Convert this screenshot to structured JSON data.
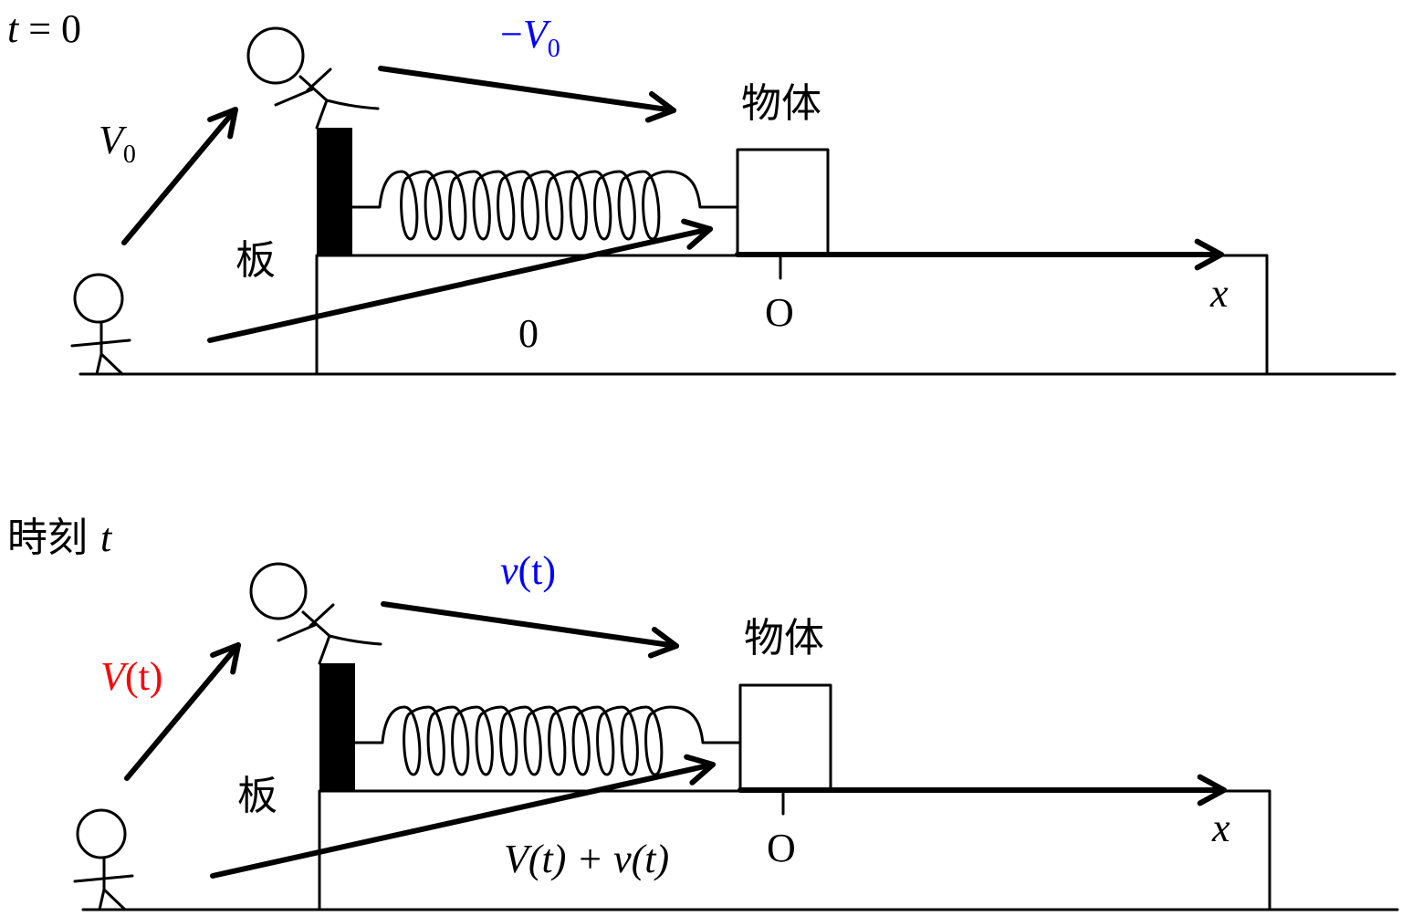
{
  "colors": {
    "ink": "#000000",
    "blue": "#0000ff",
    "red": "#ff0000",
    "background": "#ffffff"
  },
  "panels": [
    {
      "id": "t0",
      "title": {
        "prefix": "",
        "var": "t",
        "rest": " = 0"
      },
      "person_velocity": {
        "main": "V",
        "sub": "0",
        "paren": "",
        "color": "ink"
      },
      "relative_velocity": {
        "minus": "−",
        "main": "V",
        "sub": "0",
        "paren": "",
        "color": "blue"
      },
      "board_label": "板",
      "object_label": "物体",
      "board_velocity": "0",
      "origin_label": "O",
      "axis_label": "x"
    },
    {
      "id": "t",
      "title": {
        "prefix": "時刻 ",
        "var": "t",
        "rest": ""
      },
      "person_velocity": {
        "main": "V",
        "paren": "(t)",
        "color": "red"
      },
      "relative_velocity": {
        "main": "v",
        "paren": "(t)",
        "color": "blue"
      },
      "board_label": "板",
      "object_label": "物体",
      "board_velocity": "V(t) + v(t)",
      "origin_label": "O",
      "axis_label": "x"
    }
  ]
}
